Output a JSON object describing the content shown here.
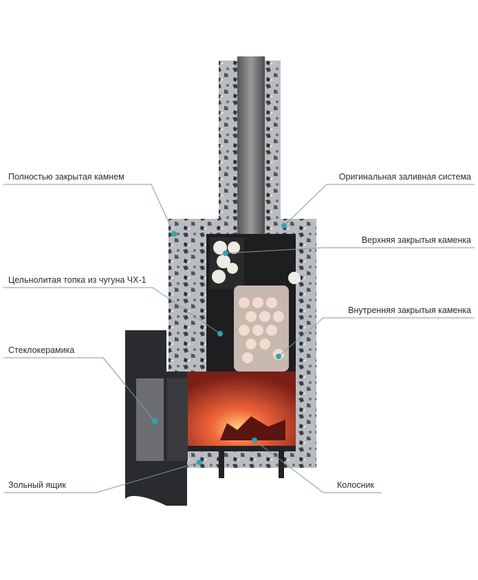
{
  "labels": {
    "stone_clad": "Полностью закрытая камнем",
    "cast_firebox": "Цельнолитая топка из чугуна ЧХ-1",
    "glass_ceramic": "Стеклокерамика",
    "ash_box": "Зольный ящик",
    "water_system": "Оригинальная заливная система",
    "upper_heater": "Верхняя закрытыя каменка",
    "inner_heater": "Внутренняя закрытыя каменка",
    "grate": "Колосник"
  },
  "colors": {
    "leader": "#7d9b9d",
    "dot": "#2ea3b4",
    "stone": "#9ea3a8",
    "fire": "#e8452a"
  }
}
